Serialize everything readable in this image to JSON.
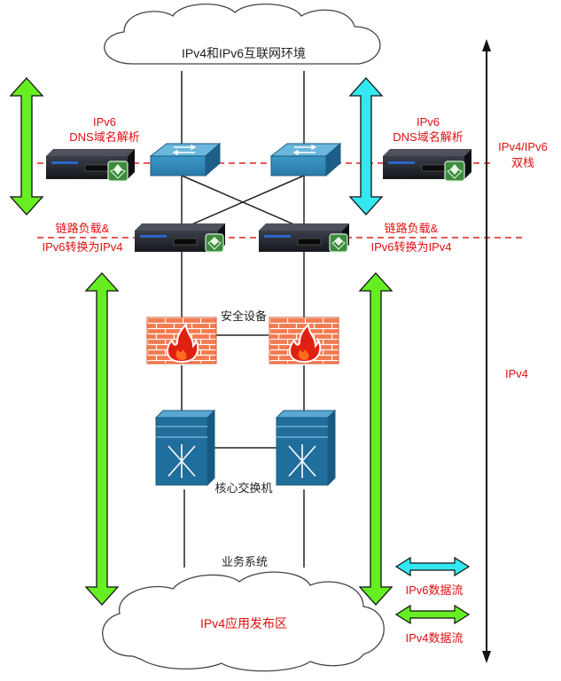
{
  "cloud_top": {
    "label": "IPv4和IPv6互联网环境"
  },
  "cloud_bottom": {
    "label": "IPv4应用发布区"
  },
  "dns_left": {
    "line1": "IPv6",
    "line2": "DNS域名解析"
  },
  "dns_right": {
    "line1": "IPv6",
    "line2": "DNS域名解析"
  },
  "lb_left": {
    "line1": "链路负载&",
    "line2": "IPv6转换为IPv4"
  },
  "lb_right": {
    "line1": "链路负载&",
    "line2": "IPv6转换为IPv4"
  },
  "security_label": "安全设备",
  "core_switch_label": "核心交换机",
  "business_system_label": "业务系统",
  "zone_dual_stack": {
    "line1": "IPv4/IPv6",
    "line2": "双栈"
  },
  "zone_ipv4": "IPv4",
  "legend": {
    "ipv6_flow": "IPv6数据流",
    "ipv4_flow": "IPv4数据流"
  },
  "colors": {
    "ipv6_arrow": "#33e8f0",
    "ipv4_arrow": "#66ee22",
    "arrow_outline": "#111111",
    "red_text": "#e01010",
    "dashed_line": "#e02020",
    "switch_blue": "#1d6a96",
    "firewall_brick": "#f47a50"
  }
}
